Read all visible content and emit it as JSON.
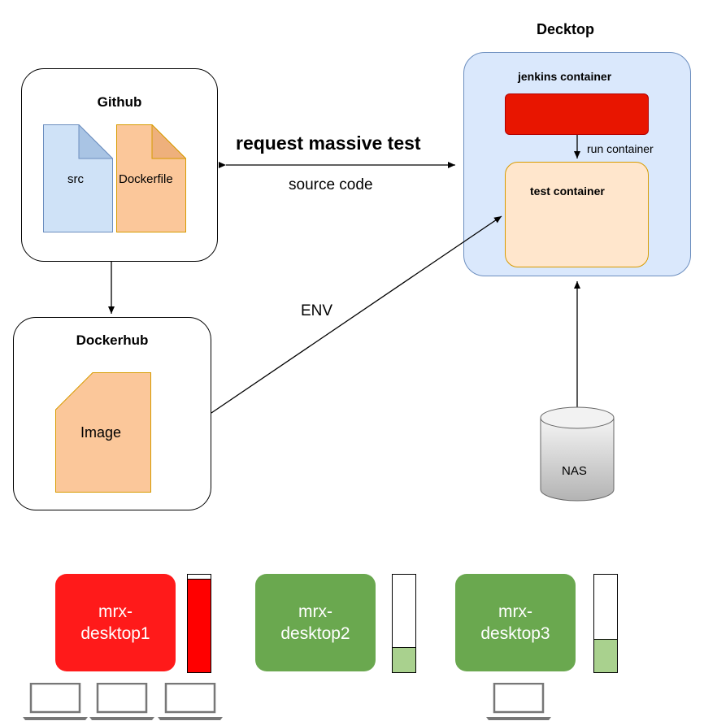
{
  "github": {
    "title": "Github",
    "files": [
      "src",
      "Dockerfile"
    ]
  },
  "dockerhub": {
    "title": "Dockerhub",
    "image_label": "Image"
  },
  "desktop": {
    "heading": "Decktop",
    "jenkins_title": "jenkins container",
    "run_label": "run container",
    "test_title": "test container"
  },
  "edges": {
    "request": "request massive test",
    "source": "source code",
    "env": "ENV"
  },
  "nas": {
    "label": "NAS"
  },
  "machines": [
    {
      "name_line1": "mrx-",
      "name_line2": "desktop1",
      "color": "#ff1a1a",
      "usage": 0.95,
      "laptops": 3
    },
    {
      "name_line1": "mrx-",
      "name_line2": "desktop2",
      "color": "#6aa84f",
      "usage": 0.25,
      "laptops": 0
    },
    {
      "name_line1": "mrx-",
      "name_line2": "desktop3",
      "color": "#6aa84f",
      "usage": 0.33,
      "laptops": 1
    }
  ],
  "colors": {
    "red": "#e81500",
    "green_fill": "#a9d18e",
    "file_blue": "#cfe2f7",
    "file_orange": "#fbc79a",
    "desktop_bg": "#dae8fc",
    "test_bg": "#ffe6cc"
  }
}
